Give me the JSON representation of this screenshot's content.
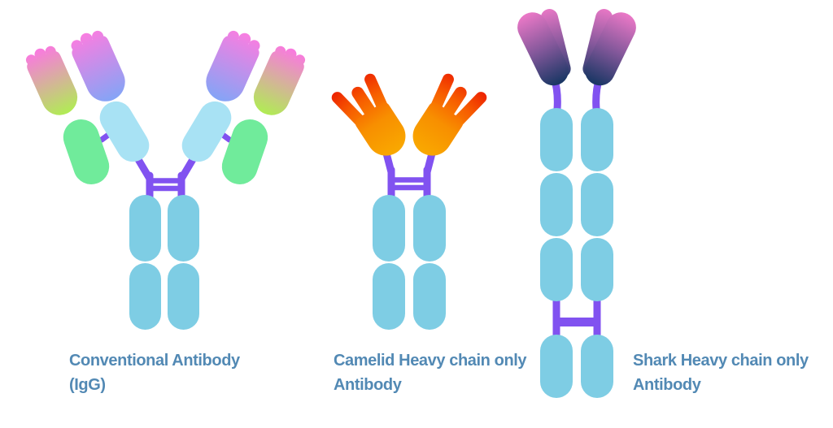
{
  "figures": {
    "conventional": {
      "label_line1": "Conventional Antibody",
      "label_line2": "(IgG)"
    },
    "camelid": {
      "label_line1": "Camelid Heavy chain only",
      "label_line2": "Antibody"
    },
    "shark": {
      "label_line1": "Shark Heavy chain only",
      "label_line2": "Antibody"
    }
  },
  "palette": {
    "background": "#ffffff",
    "label-color": "#5289b4",
    "purple": "#8152f0",
    "fc-blue": "#7ecde4",
    "arm-blue": "#a8e2f4",
    "green": "#70eb9b",
    "vl-pink": "#fa78e1",
    "vl-lime": "#aef04f",
    "vh-pink": "#f87ee1",
    "vh-blue": "#7fa6f7",
    "vhh-red": "#ec1e00",
    "vhh-amber": "#f9a700",
    "vnar-pink": "#f07ac9",
    "vnar-navy": "#1b3765"
  }
}
